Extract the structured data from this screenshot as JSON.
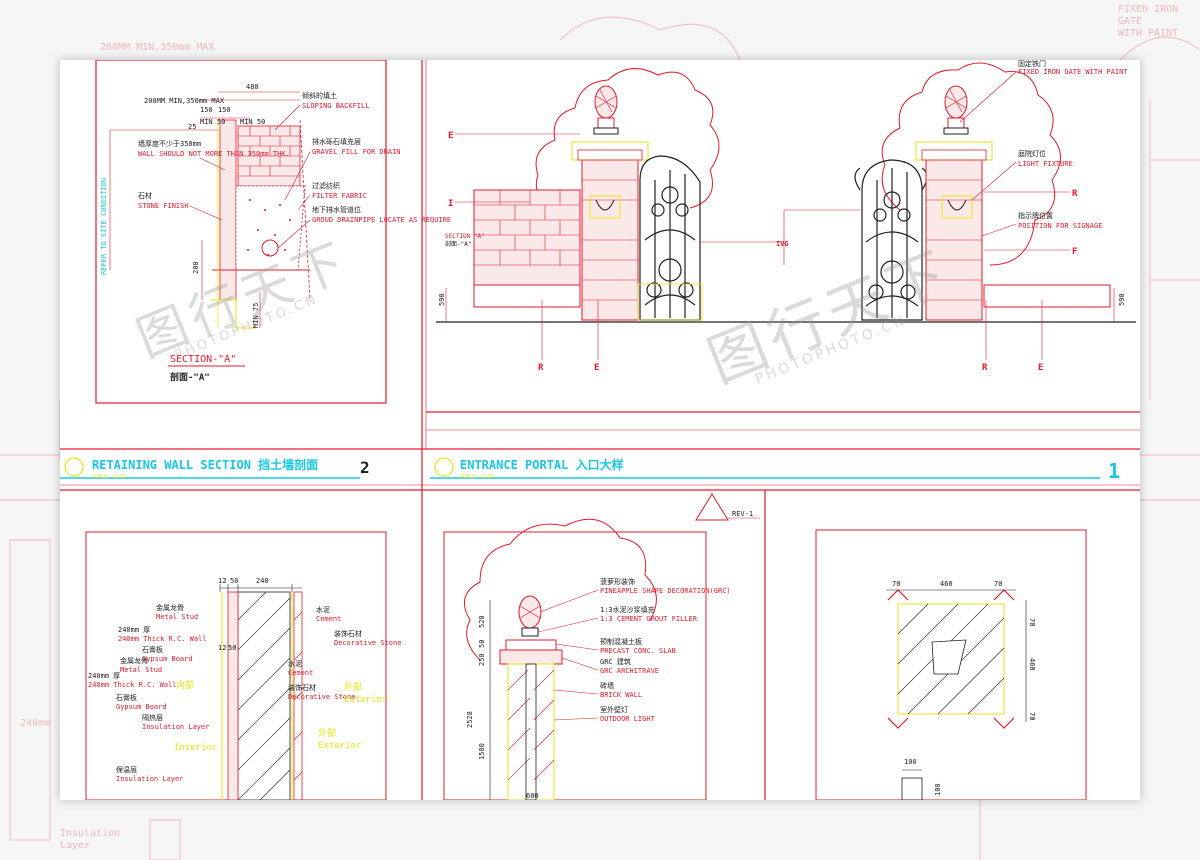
{
  "colors": {
    "red": "#e8192c",
    "cyan": "#19c8e6",
    "yellow": "#e6e614",
    "magenta": "#ff33cc",
    "dark": "#202020",
    "line": "#333333"
  },
  "watermark": {
    "cn": "图行天下",
    "en": "PHOTOPHOTO.CN"
  },
  "panel_retaining": {
    "title": "RETAINING WALL SECTION 挡土墙剖面",
    "scale": "SCALE: 1:20",
    "number": "2",
    "section_label": "SECTION-\"A\"",
    "section_label_cn": "剖面-\"A\"",
    "dims": {
      "top": "480",
      "min_max": "200MM MIN,350mm MAX",
      "min50a": "MIN 50",
      "min50b": "MIN 50",
      "d25": "25",
      "d200": "200",
      "min75": "MIN 75",
      "d150": "150",
      "d150b": "150"
    },
    "notes": {
      "backfill_cn": "倾斜的填土",
      "backfill": "SLOPING BACKFILL",
      "gravel_cn": "排水砾石填充层",
      "gravel": "GRAVEL FILL FOR DRAIN",
      "fabric_cn": "过滤纺织",
      "fabric": "FILTER FABRIC",
      "drain_cn": "地下排水管道位",
      "drain": "GROUD DRAINPIPE LOCATE AS REQUIRE",
      "wall_cn": "墙厚度不少于350mm",
      "wall": "WALL SHOULD NOT MORE THAN 350mm THK.",
      "stone_cn": "石材",
      "stone": "STONE FINISH",
      "side": "REFER TO SITE CONDITION"
    }
  },
  "panel_entrance": {
    "title": "ENTRANCE PORTAL 入口大样",
    "scale": "SCALE: 1:20",
    "number": "1",
    "section_label": "SECTION \"A\"",
    "section_label_cn": "剖面-\"A\"",
    "markers": {
      "e": "E",
      "i": "I",
      "r": "R",
      "f": "F",
      "ivg": "IVG"
    },
    "dim590": "590",
    "notes": {
      "gate_cn": "固定铁门",
      "gate": "FIXED IRON GATE WITH PAINT",
      "light_cn": "庭院灯位",
      "light": "LIGHT FIXTURE",
      "sign_cn": "指示牌位置",
      "sign": "POSITION FOR SIGNAGE"
    }
  },
  "panel_wall": {
    "dims": {
      "d12": "12",
      "d50": "50",
      "d240": "240",
      "d12b": "12",
      "d50b": "50"
    },
    "notes": {
      "metal_cn": "金属龙骨",
      "metal": "Metal Stud",
      "rc_cn": "240mm 厚",
      "rc": "240mm Thick R.C. Wall",
      "gyp_cn": "石膏板",
      "gyp": "Gypsum Board",
      "metal2_cn": "金属龙骨",
      "metal2": "Metal Stud",
      "rc2_cn": "240mm 厚",
      "rc2": "240mm Thick R.C. Wall",
      "gyp2_cn": "石膏板",
      "gyp2": "Gypsum Board",
      "ins_cn": "隔热层",
      "ins": "Insulation Layer",
      "ins2_cn": "保温层",
      "ins2": "Insulation Layer",
      "int_cn": "内部",
      "int": "Interior",
      "cement_cn": "水泥",
      "cement": "Cement",
      "deco_cn": "装饰石材",
      "deco": "Decorative Stone",
      "cement2_cn": "水泥",
      "cement2": "Cement",
      "deco2_cn": "装饰石材",
      "deco2": "Decorative Stone",
      "ext_cn": "外部",
      "ext": "Exterior",
      "ext2_cn": "外部",
      "ext2": "Exterior"
    }
  },
  "panel_column": {
    "rev": "REV-1",
    "dims": {
      "d520": "520",
      "d250": "250",
      "d50": "50",
      "d2528": "2528",
      "d1500": "1500",
      "d600": "600"
    },
    "notes": {
      "pine_cn": "菠萝形装饰",
      "pine": "PINEAPPLE SHAPE DECORATION(GRC)",
      "grout_cn": "1:3水泥沙浆填充",
      "grout": "1:3 CEMENT GROUT FILLER",
      "slab_cn": "预制混凝土板",
      "slab": "PRECAST CONC. SLAB",
      "arch_cn": "GRC 建筑",
      "arch": "GRC ARCHITRAVE",
      "brick_cn": "砖墙",
      "brick": "BRICK WALL",
      "light_cn": "室外壁灯",
      "light": "OUTDOOR LIGHT"
    }
  },
  "panel_plan": {
    "dims": {
      "d70a": "70",
      "d460": "460",
      "d70b": "70",
      "d70c": "70",
      "d460b": "460",
      "d70d": "70",
      "d100": "100",
      "d100b": "100"
    }
  }
}
